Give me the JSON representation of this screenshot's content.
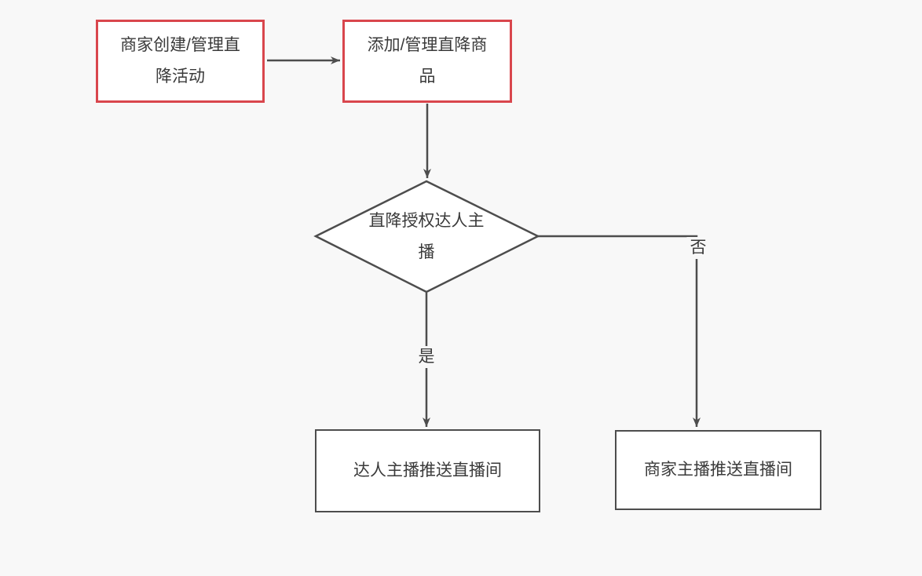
{
  "canvas": {
    "background": "#f8f8f8"
  },
  "colors": {
    "red_border": "#d9464d",
    "gray": "#4d4d4d",
    "text": "#3a3a3a",
    "node_fill": "#ffffff"
  },
  "nodes": {
    "create_activity": {
      "label": "商家创建/管理直\n降活动"
    },
    "add_products": {
      "label": "添加/管理直降商\n品"
    },
    "decision_authorize": {
      "label": "直降授权达人主\n播"
    },
    "talent_push": {
      "label": "达人主播推送直播间"
    },
    "merchant_push": {
      "label": "商家主播推送直播间"
    }
  },
  "edges": {
    "yes_label": "是",
    "no_label": "否"
  }
}
